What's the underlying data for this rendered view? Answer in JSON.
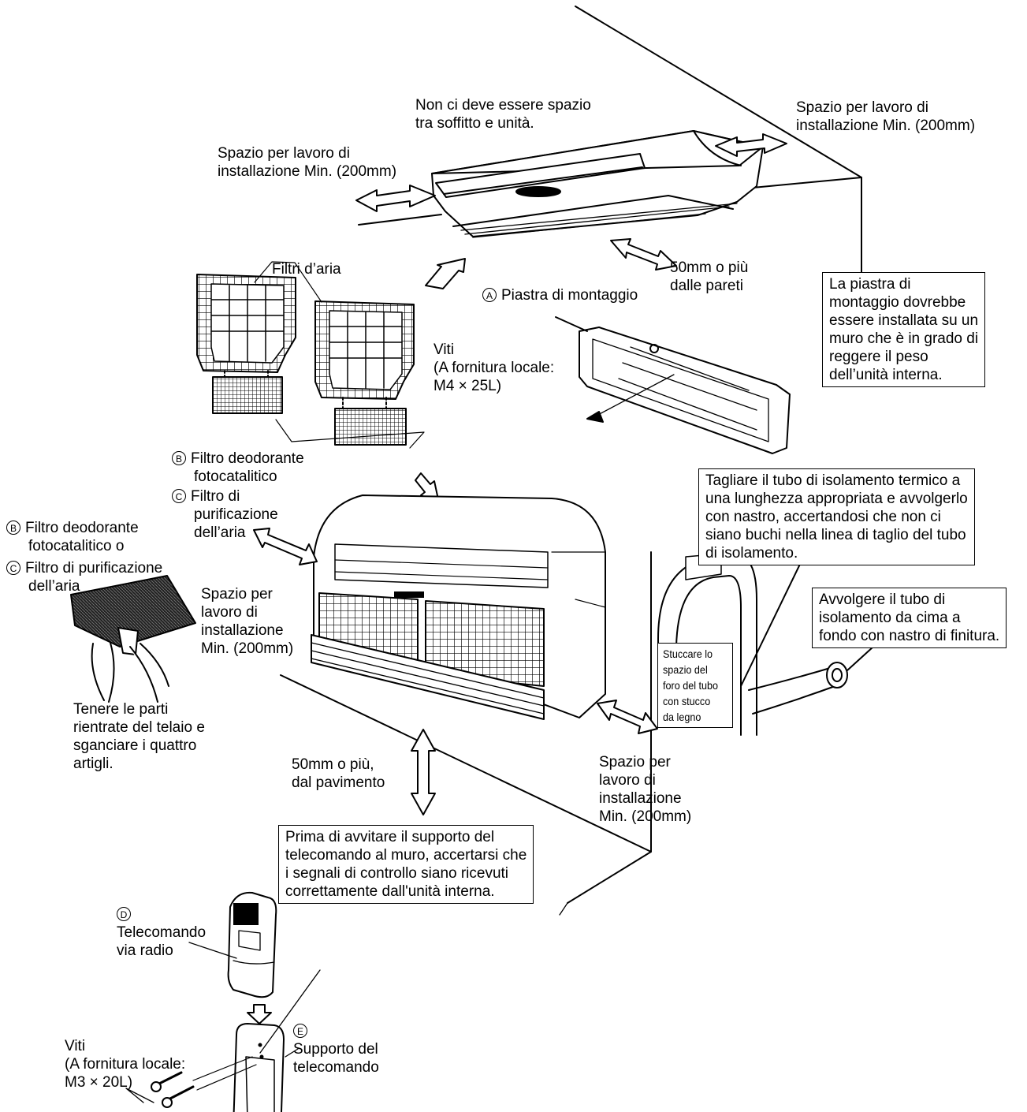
{
  "labels": {
    "no_gap": [
      "Non ci deve essere spazio",
      "tra soffitto e unità."
    ],
    "space_top_right": [
      "Spazio per lavoro di",
      "installazione Min. (200mm)"
    ],
    "space_top_left": [
      "Spazio per lavoro di",
      "installazione Min. (200mm)"
    ],
    "filters": "Filtri d’aria",
    "walls_50": [
      "50mm o più",
      "dalle pareti"
    ],
    "plate": "Piastra di montaggio",
    "screws_m4": [
      "Viti",
      "(A fornitura locale:",
      "M4 × 25L)"
    ],
    "filter_b": [
      "Filtro deodorante",
      "fotocatalitico"
    ],
    "filter_c": [
      "Filtro di",
      "purificazione",
      "dell’aria"
    ],
    "filter_left_b": [
      "Filtro deodorante",
      "fotocatalitico o"
    ],
    "filter_left_c": [
      "Filtro di purificazione",
      "dell’aria"
    ],
    "space_mid_left": [
      "Spazio per",
      "lavoro di",
      "installazione",
      "Min. (200mm)"
    ],
    "hold_frame": [
      "Tenere le parti",
      "rientrate del telaio e",
      "sganciare i quattro",
      "artigli."
    ],
    "floor_50": [
      "50mm o più,",
      "dal pavimento"
    ],
    "space_right": [
      "Spazio per",
      "lavoro di",
      "installazione",
      "Min. (200mm)"
    ],
    "remote": [
      "Telecomando",
      "via radio"
    ],
    "screws_m3": [
      "Viti",
      "(A fornitura locale:",
      "M3 × 20L)"
    ],
    "holder": [
      "Supporto del",
      "telecomando"
    ]
  },
  "markers": {
    "A": "A",
    "B": "B",
    "C": "C",
    "D": "D",
    "E": "E"
  },
  "boxes": {
    "plate_wall": [
      "La piastra di",
      "montaggio dovrebbe",
      "essere installata su un",
      "muro che è in grado di",
      "reggere il peso",
      "dell’unità interna."
    ],
    "insulation": [
      "Tagliare il tubo di isolamento termico a",
      "una lunghezza appropriata e avvolgerlo",
      "con nastro, accertandosi che non ci",
      "siano buchi nella linea di taglio del tubo",
      "di isolamento."
    ],
    "wrap": [
      "Avvolgere il tubo di",
      "isolamento da cima a",
      "fondo con nastro di finitura."
    ],
    "putty": [
      "Stuccare lo",
      "spazio del",
      "foro del tubo",
      "con stucco",
      "da legno"
    ],
    "remote_check": [
      "Prima di avvitare il supporto del",
      "telecomando al muro, accertarsi che",
      "i segnali di controllo siano ricevuti",
      "correttamente dall'unità interna."
    ]
  }
}
